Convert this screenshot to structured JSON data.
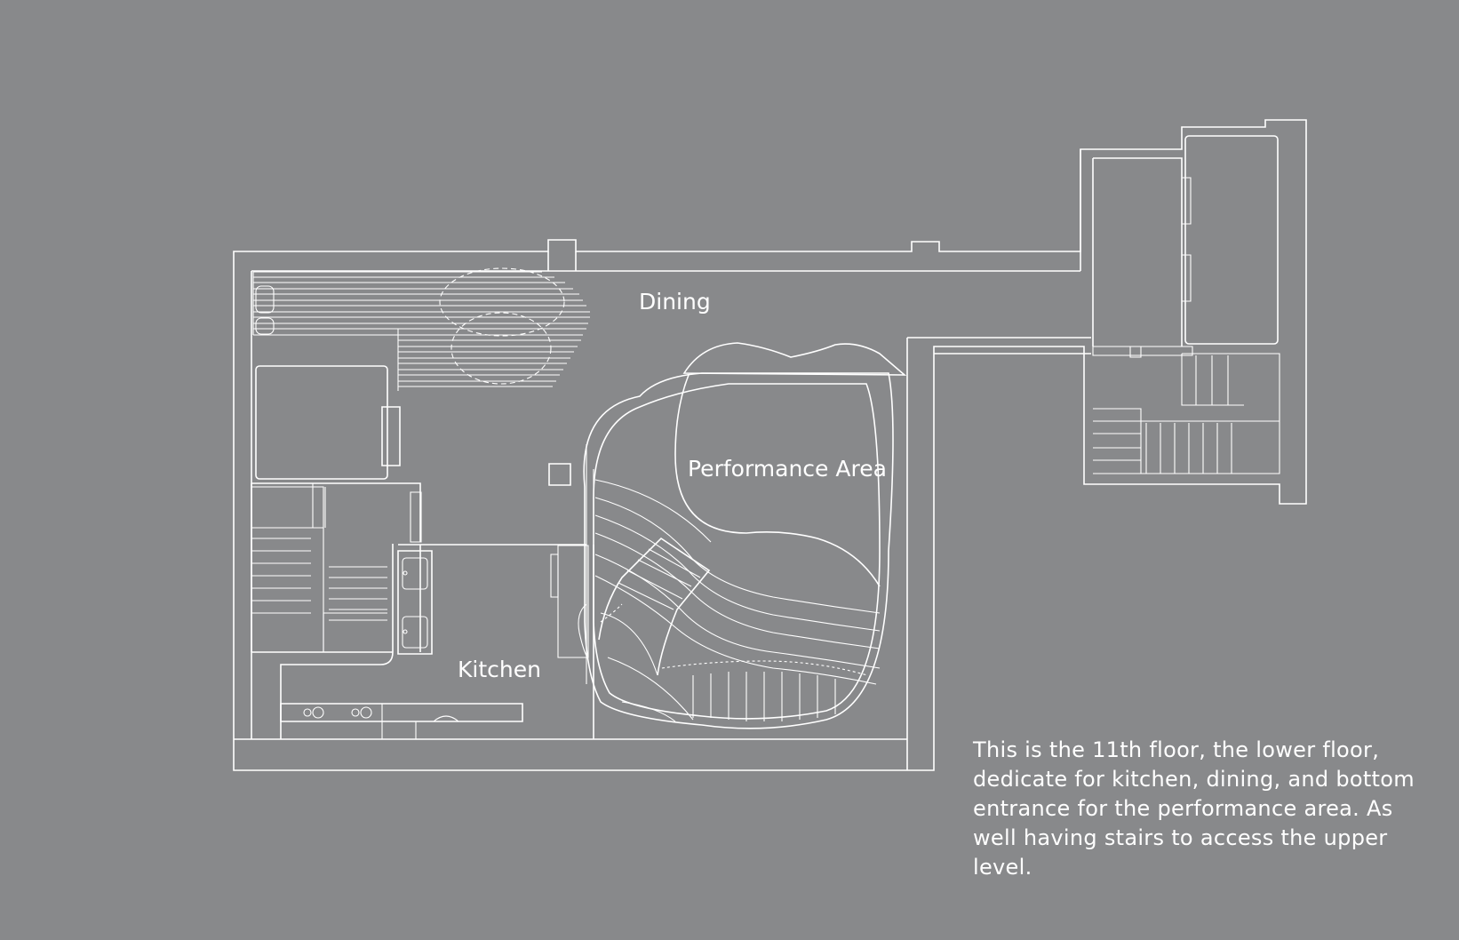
{
  "labels": {
    "dining": "Dining",
    "performance": "Performance Area",
    "kitchen": "Kitchen"
  },
  "caption": "This is the 11th floor, the lower floor, dedicate for kitchen, dining, and bottom entrance for the performance area. As well having stairs to access the upper level.",
  "colors": {
    "background": "#88898b",
    "line": "#ffffff"
  }
}
